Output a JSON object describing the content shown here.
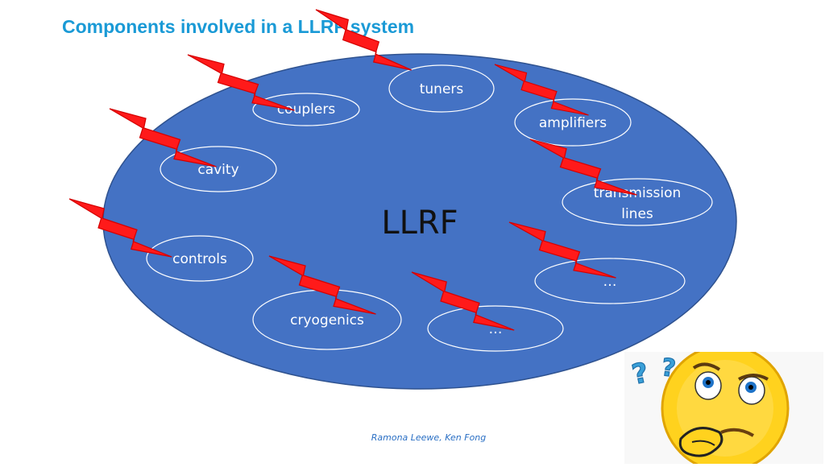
{
  "title": "Components involved in a LLRF system",
  "center": "LLRF",
  "nodes": {
    "tuners": "tuners",
    "couplers": "couplers",
    "amplifiers": "amplifiers",
    "cavity": "cavity",
    "transmission_line1": "transmission",
    "transmission_line2": "lines",
    "controls": "controls",
    "ellipsis_right": "…",
    "cryogenics": "cryogenics",
    "ellipsis_bottom": "…"
  },
  "footer": "Ramona Leewe, Ken Fong",
  "colors": {
    "title": "#1a9ad6",
    "system_fill": "#4472c4",
    "system_stroke": "#2f528f",
    "node_stroke": "#ffffff",
    "bolt_fill": "#ff1a1a",
    "emoji_face": "#ffd21e",
    "question_marks": "#3aa0d8"
  },
  "icons": {
    "bolt": "lightning-bolt-icon",
    "emoji": "thinking-face-icon"
  }
}
